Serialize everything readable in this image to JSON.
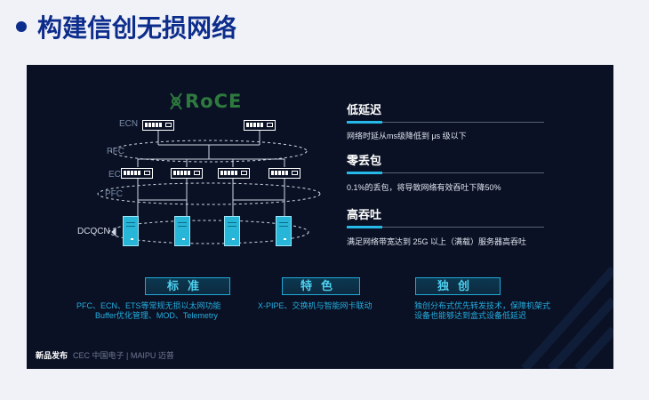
{
  "page": {
    "title": "构建信创无损网络"
  },
  "diagram": {
    "logo_text": "RoCE",
    "labels": {
      "ecn_top": "ECN",
      "pfc_top": "PFC",
      "ecn_mid": "ECN",
      "pfc_mid": "PFC",
      "dcqcn": "DCQCN"
    }
  },
  "features": [
    {
      "title": "低延迟",
      "desc": "网络时延从ms级降低到 μs 级以下"
    },
    {
      "title": "零丢包",
      "desc": "0.1%的丢包，将导致网络有效吞吐下降50%"
    },
    {
      "title": "高吞吐",
      "desc": "满足网络带宽达到 25G 以上（满载）服务器高吞吐"
    }
  ],
  "categories": [
    {
      "label": "标准",
      "lines": [
        "PFC、ECN、ETS等常规无损以太网功能",
        "Buffer优化管理、MOD、Telemetry"
      ]
    },
    {
      "label": "特色",
      "lines": [
        "X-PIPE、交换机与智能网卡联动"
      ]
    },
    {
      "label": "独创",
      "lines": [
        "独创分布式优先转发技术，保障机架式",
        "设备也能够达到盒式设备低延迟"
      ]
    }
  ],
  "footer": {
    "launch": "新品发布",
    "brands": "CEC 中国电子 | MAIPU 迈普"
  },
  "colors": {
    "slide_bg": "#0a1124",
    "accent": "#25b8e8",
    "title": "#0d2d8c"
  }
}
